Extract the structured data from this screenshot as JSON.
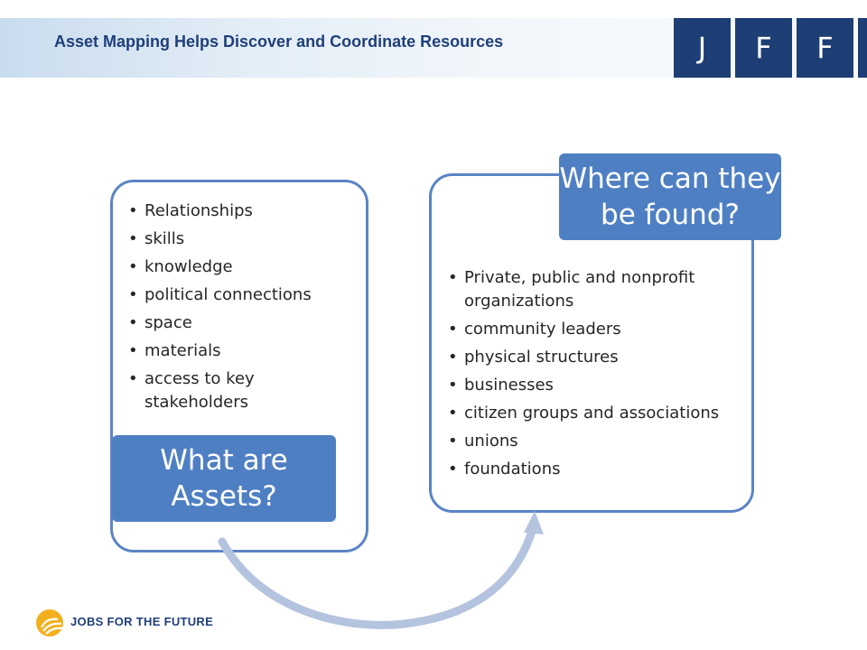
{
  "header": {
    "title": "Asset Mapping Helps Discover and Coordinate Resources",
    "logo_letters": [
      "J",
      "F",
      "F"
    ]
  },
  "left_panel": {
    "items": [
      "Relationships",
      "skills",
      "knowledge",
      "political connections",
      "space",
      "materials",
      "access to key stakeholders"
    ],
    "label": "What are Assets?"
  },
  "right_panel": {
    "label": "Where can they be found?",
    "items": [
      "Private, public and nonprofit organizations",
      "community leaders",
      "physical structures",
      "businesses",
      "citizen groups and associations",
      "unions",
      "foundations"
    ]
  },
  "footer": {
    "org_name": "JOBS FOR THE FUTURE"
  },
  "colors": {
    "brand_navy": "#1d3f75",
    "title_blue": "#1f3f7a",
    "label_blue": "#4f7fc3",
    "panel_border": "#5b84c4",
    "arrow": "#b4c3de",
    "logo_yellow": "#f2b01e"
  }
}
